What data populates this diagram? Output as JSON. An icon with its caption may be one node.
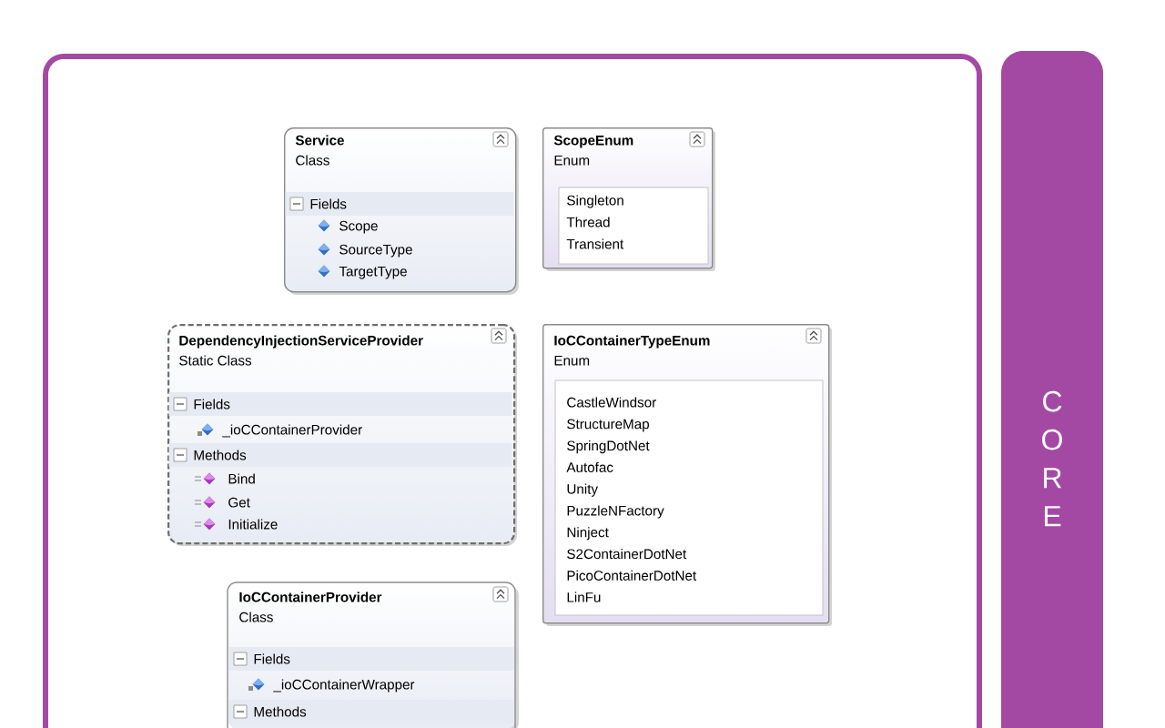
{
  "diagram": {
    "nodes": [
      {
        "text": [],
        "shape": "box"
      },
      {
        "text": [
          "Service",
          "Class",
          "Fields",
          "Scope",
          "SourceType",
          "TargetType"
        ],
        "in": 0
      },
      {
        "text": [
          "ScopeEnum",
          "Enum",
          "Singleton",
          "Thread",
          "Transient"
        ],
        "in": 0
      },
      {
        "text": [
          "DependencyInjectionServiceProvider",
          "Static Class",
          "Fields",
          "_ioCContainerProvider",
          "Methods",
          "Bind",
          "Get",
          "Initialize"
        ],
        "in": 0
      },
      {
        "text": [
          "IoCContainerTypeEnum",
          "Enum",
          "CastleWindsor",
          "StructureMap",
          "SpringDotNet",
          "Autofac",
          "Unity",
          "PuzzleNFactory",
          "Ninject",
          "S2ContainerDotNet",
          "PicoContainerDotNet",
          "LinFu"
        ],
        "in": 0
      },
      {
        "text": [
          "IoCContainerProvider",
          "Class",
          "Fields",
          "_ioCContainerWrapper",
          "Methods"
        ],
        "in": 0
      },
      {
        "text": [
          "C O R E"
        ]
      }
    ]
  }
}
